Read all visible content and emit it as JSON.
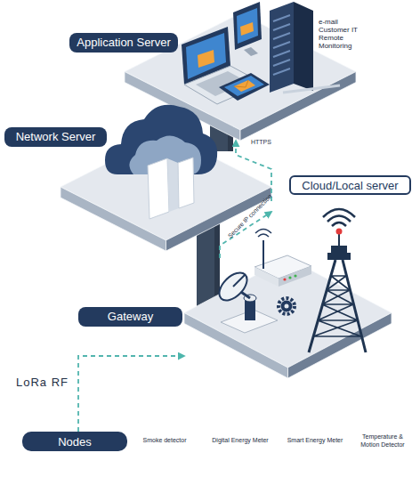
{
  "diagram": {
    "nodes": [
      {
        "text": [
          "Application Server",
          "e-mail Customer IT Remote Monitoring"
        ]
      },
      {
        "text": [
          "Network Server"
        ]
      },
      {
        "text": [
          "Cloud/Local server"
        ]
      },
      {
        "text": [
          "Gateway"
        ]
      },
      {
        "text": [
          "Nodes"
        ]
      }
    ],
    "edges": [
      {
        "from": 4,
        "to": 3,
        "label": "LoRa RF",
        "arrow": "to"
      },
      {
        "from": 3,
        "to": 1,
        "label": "Secure IP connection",
        "arrow": "to"
      },
      {
        "from": 1,
        "to": 0,
        "label": "HTTPS",
        "arrow": "to"
      }
    ],
    "labels": [
      "Smoke detector",
      "Digital Energy Meter",
      "Smart Energy Meter",
      "Temperature & Motion Detector"
    ]
  }
}
